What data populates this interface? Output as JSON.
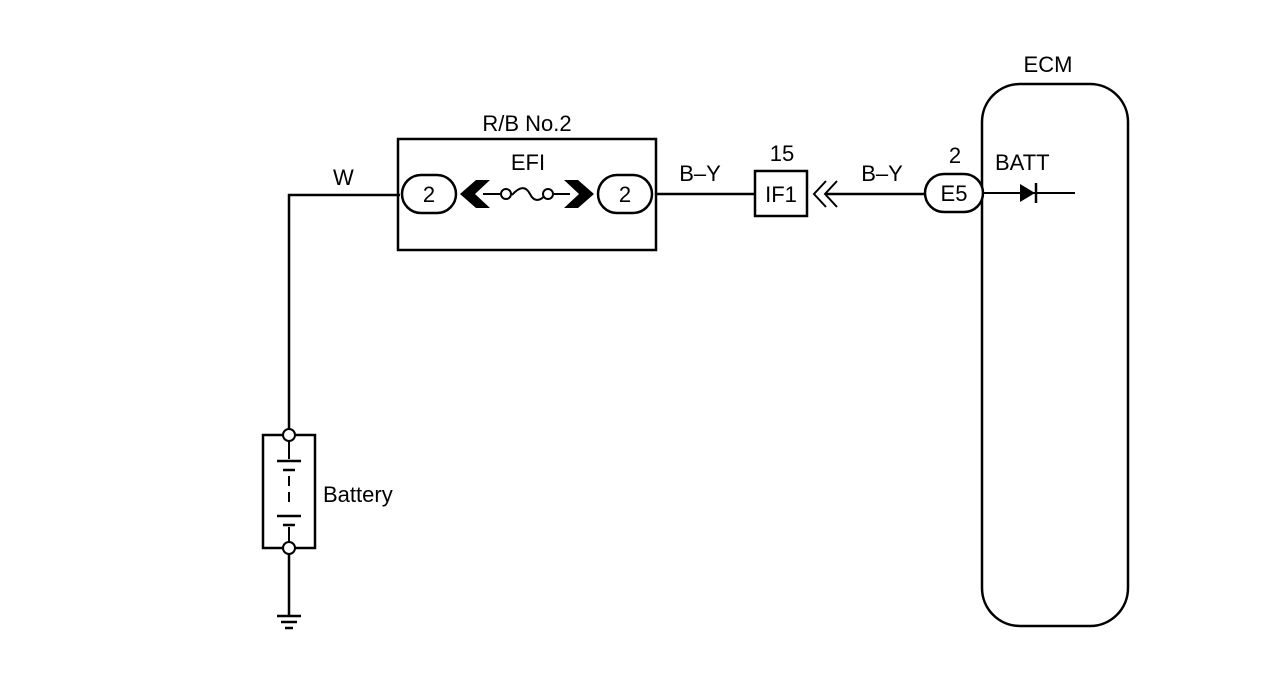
{
  "relay_block": {
    "name": "R/B No.2",
    "fuse": "EFI",
    "pin_left": "2",
    "pin_right": "2"
  },
  "wires": {
    "battery_wire": "W",
    "rb_to_if1": "B–Y",
    "if1_to_e5": "B–Y"
  },
  "connector_if1": {
    "pin": "15",
    "name": "IF1"
  },
  "connector_e5": {
    "pin": "2",
    "name": "E5"
  },
  "ecm": {
    "name": "ECM",
    "terminal": "BATT"
  },
  "battery": {
    "label": "Battery"
  }
}
